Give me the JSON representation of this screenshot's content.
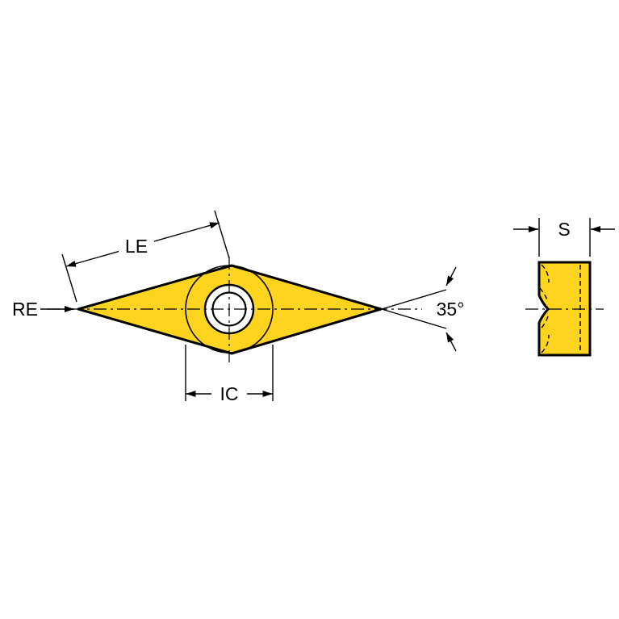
{
  "diagram": {
    "labels": {
      "cutting_edge_length": "LE",
      "nose_radius": "RE",
      "inscribed_circle": "IC",
      "point_angle": "35°",
      "thickness": "S"
    },
    "colors": {
      "insert_fill": "#FFD41E",
      "outline": "#000000",
      "background": "#FFFFFF"
    }
  }
}
